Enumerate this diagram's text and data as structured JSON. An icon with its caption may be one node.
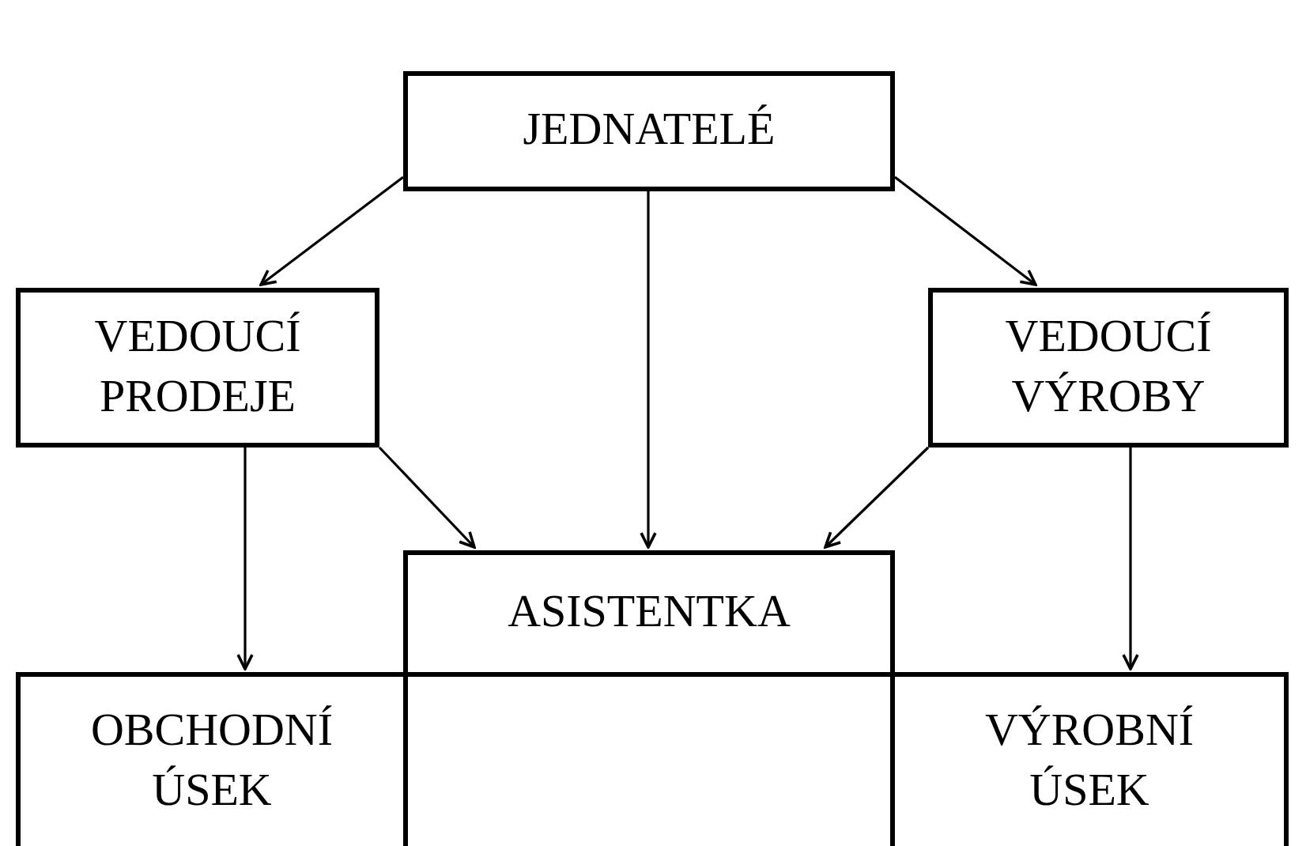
{
  "diagram": {
    "nodes": [
      {
        "text": [
          "JEDNATELÉ"
        ]
      },
      {
        "text": [
          "VEDOUCÍ PRODEJE"
        ]
      },
      {
        "text": [
          "VEDOUCÍ VÝROBY"
        ]
      },
      {
        "text": [
          "ASISTENTKA"
        ]
      },
      {
        "text": [
          "OBCHODNÍ ÚSEK"
        ]
      },
      {
        "text": [],
        "shape": "box"
      },
      {
        "text": [
          "VÝROBNÍ ÚSEK"
        ]
      }
    ],
    "edges": [
      {
        "from": 0,
        "to": 1,
        "arrow": "to"
      },
      {
        "from": 0,
        "to": 3,
        "arrow": "to"
      },
      {
        "from": 0,
        "to": 2,
        "arrow": "to"
      },
      {
        "from": 1,
        "to": 3,
        "arrow": "to"
      },
      {
        "from": 2,
        "to": 3,
        "arrow": "to"
      },
      {
        "from": 1,
        "to": 4,
        "arrow": "to"
      },
      {
        "from": 2,
        "to": 6,
        "arrow": "to"
      }
    ]
  }
}
